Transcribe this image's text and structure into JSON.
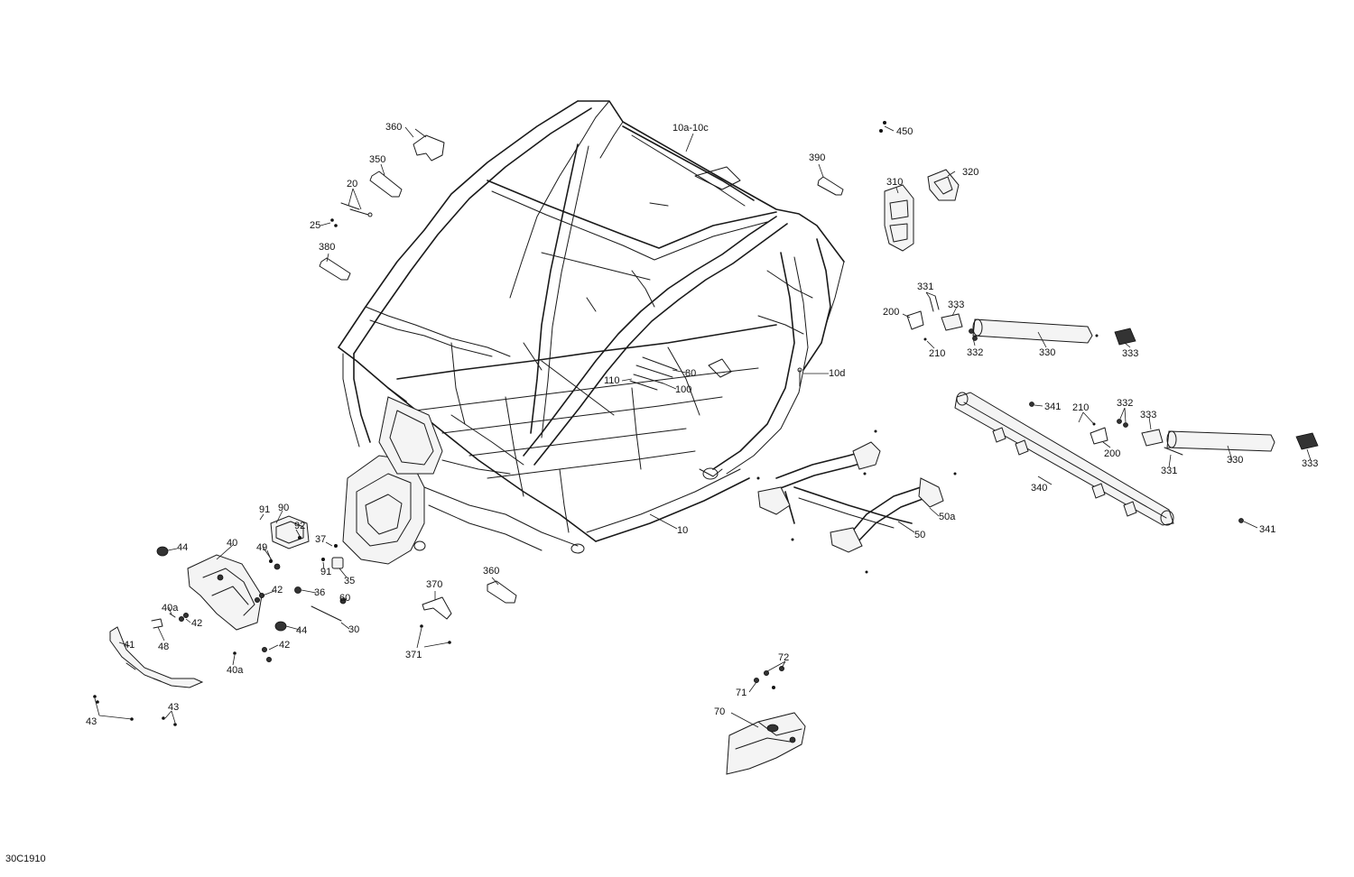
{
  "figure_code": "30C1910",
  "callouts": [
    {
      "id": "c-10a-10c",
      "text": "10a-10c"
    },
    {
      "id": "c-10",
      "text": "10"
    },
    {
      "id": "c-10d",
      "text": "10d"
    },
    {
      "id": "c-20",
      "text": "20"
    },
    {
      "id": "c-25",
      "text": "25"
    },
    {
      "id": "c-30",
      "text": "30"
    },
    {
      "id": "c-35",
      "text": "35"
    },
    {
      "id": "c-36",
      "text": "36"
    },
    {
      "id": "c-37",
      "text": "37"
    },
    {
      "id": "c-40",
      "text": "40"
    },
    {
      "id": "c-40a-1",
      "text": "40a"
    },
    {
      "id": "c-40a-2",
      "text": "40a"
    },
    {
      "id": "c-41",
      "text": "41"
    },
    {
      "id": "c-42-1",
      "text": "42"
    },
    {
      "id": "c-42-2",
      "text": "42"
    },
    {
      "id": "c-42-3",
      "text": "42"
    },
    {
      "id": "c-43-1",
      "text": "43"
    },
    {
      "id": "c-43-2",
      "text": "43"
    },
    {
      "id": "c-44-1",
      "text": "44"
    },
    {
      "id": "c-44-2",
      "text": "44"
    },
    {
      "id": "c-48",
      "text": "48"
    },
    {
      "id": "c-49",
      "text": "49"
    },
    {
      "id": "c-50",
      "text": "50"
    },
    {
      "id": "c-50a",
      "text": "50a"
    },
    {
      "id": "c-60",
      "text": "60"
    },
    {
      "id": "c-70",
      "text": "70"
    },
    {
      "id": "c-71",
      "text": "71"
    },
    {
      "id": "c-72",
      "text": "72"
    },
    {
      "id": "c-80",
      "text": "80"
    },
    {
      "id": "c-90",
      "text": "90"
    },
    {
      "id": "c-91-1",
      "text": "91"
    },
    {
      "id": "c-91-2",
      "text": "91"
    },
    {
      "id": "c-92",
      "text": "92"
    },
    {
      "id": "c-100",
      "text": "100"
    },
    {
      "id": "c-110",
      "text": "110"
    },
    {
      "id": "c-200-1",
      "text": "200"
    },
    {
      "id": "c-200-2",
      "text": "200"
    },
    {
      "id": "c-210-1",
      "text": "210"
    },
    {
      "id": "c-210-2",
      "text": "210"
    },
    {
      "id": "c-310",
      "text": "310"
    },
    {
      "id": "c-320",
      "text": "320"
    },
    {
      "id": "c-330-1",
      "text": "330"
    },
    {
      "id": "c-330-2",
      "text": "330"
    },
    {
      "id": "c-331-1",
      "text": "331"
    },
    {
      "id": "c-331-2",
      "text": "331"
    },
    {
      "id": "c-332-1",
      "text": "332"
    },
    {
      "id": "c-332-2",
      "text": "332"
    },
    {
      "id": "c-333-1",
      "text": "333"
    },
    {
      "id": "c-333-2",
      "text": "333"
    },
    {
      "id": "c-333-3",
      "text": "333"
    },
    {
      "id": "c-333-4",
      "text": "333"
    },
    {
      "id": "c-340",
      "text": "340"
    },
    {
      "id": "c-341-1",
      "text": "341"
    },
    {
      "id": "c-341-2",
      "text": "341"
    },
    {
      "id": "c-350",
      "text": "350"
    },
    {
      "id": "c-360-1",
      "text": "360"
    },
    {
      "id": "c-360-2",
      "text": "360"
    },
    {
      "id": "c-370",
      "text": "370"
    },
    {
      "id": "c-371",
      "text": "371"
    },
    {
      "id": "c-380",
      "text": "380"
    },
    {
      "id": "c-390",
      "text": "390"
    },
    {
      "id": "c-450",
      "text": "450"
    }
  ]
}
